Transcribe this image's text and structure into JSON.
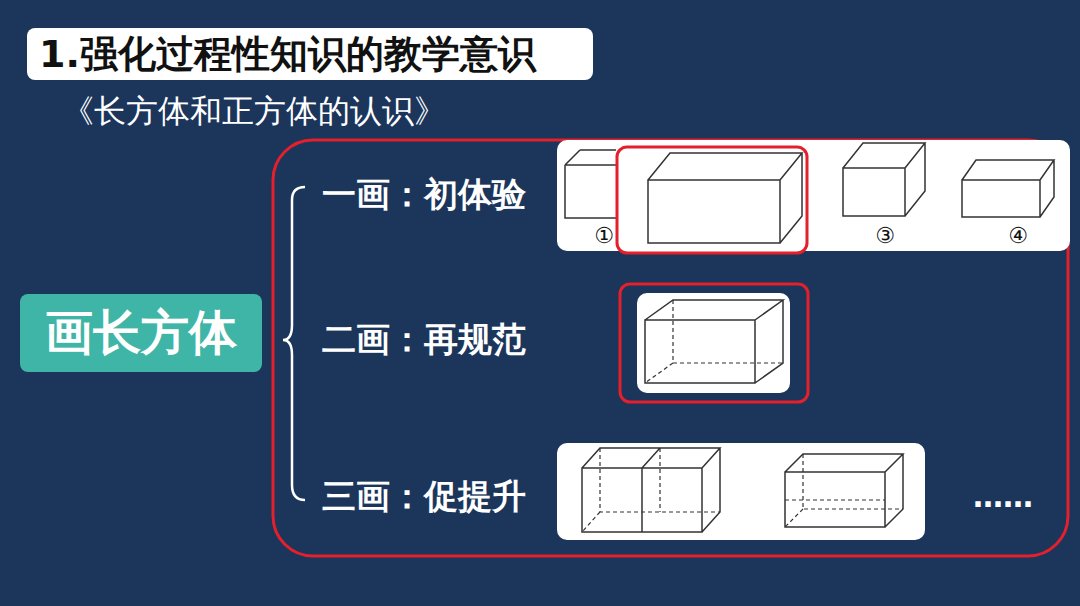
{
  "diagram": {
    "title": "1.强化过程性知识的教学意识",
    "nodes": [
      {
        "text": [
          "画长方体"
        ]
      }
    ],
    "labels": [
      "《长方体和正方体的认识》",
      "一画：初体验",
      "①",
      "③",
      "④",
      "二画：再规范",
      "三画：促提升",
      "……"
    ]
  }
}
